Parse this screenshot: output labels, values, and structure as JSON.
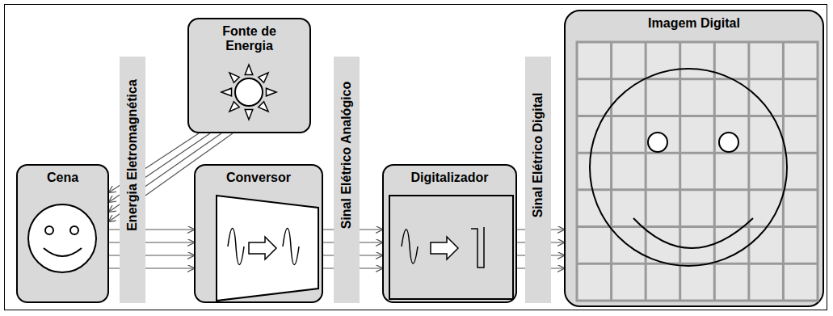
{
  "diagram": {
    "nodes": [
      {
        "text": [
          "Fonte de Energia"
        ]
      },
      {
        "text": [
          "Cena"
        ]
      },
      {
        "text": [
          "Energia Eletromagnética"
        ]
      },
      {
        "text": [
          "Conversor"
        ]
      },
      {
        "text": [
          "Sinal Elétrico Analógico"
        ]
      },
      {
        "text": [
          "Digitalizador"
        ]
      },
      {
        "text": [
          "Sinal Elétrico Digital"
        ]
      },
      {
        "text": [
          "Imagem Digital"
        ]
      }
    ],
    "edges": [
      {
        "from": 0,
        "to": 1,
        "arrow": "to"
      },
      {
        "from": 1,
        "to": 3,
        "arrow": "to"
      },
      {
        "from": 3,
        "to": 5,
        "arrow": "to"
      },
      {
        "from": 5,
        "to": 7,
        "arrow": "to"
      }
    ]
  }
}
